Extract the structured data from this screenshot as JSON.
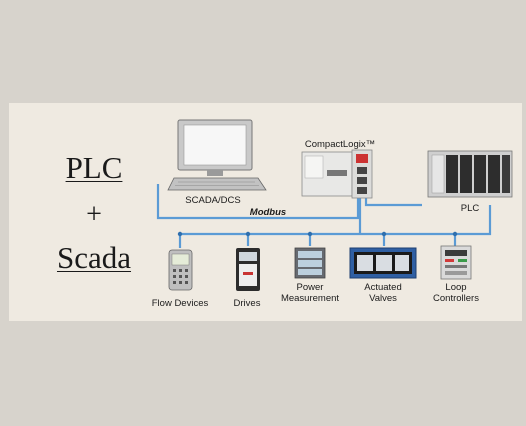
{
  "title": {
    "line1": "PLC",
    "plus": "+",
    "line2": "Scada"
  },
  "colors": {
    "network": "#5b9bd5",
    "background": "#efeae1",
    "outer": "#d7d3cc"
  },
  "nodes": {
    "scada": "SCADA/DCS",
    "compactlogix": "CompactLogix™",
    "plc": "PLC",
    "modbus": "Modbus"
  },
  "devices": [
    {
      "label1": "Flow Devices",
      "label2": ""
    },
    {
      "label1": "Drives",
      "label2": ""
    },
    {
      "label1": "Power",
      "label2": "Measurement"
    },
    {
      "label1": "Actuated",
      "label2": "Valves"
    },
    {
      "label1": "Loop",
      "label2": "Controllers"
    }
  ]
}
